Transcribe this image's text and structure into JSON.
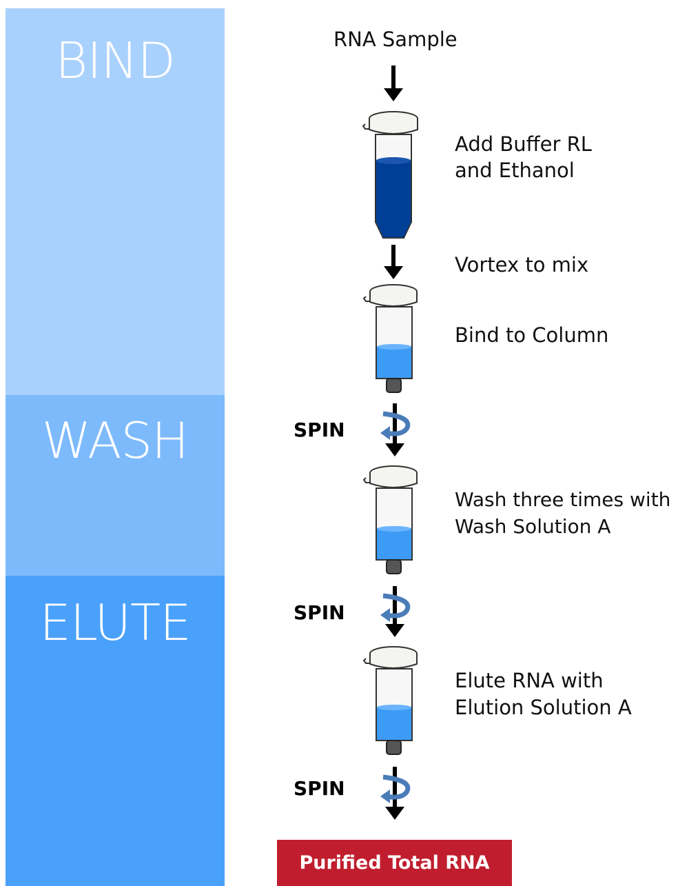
{
  "stages": {
    "bind": "BIND",
    "wash": "WASH",
    "elute": "ELUTE"
  },
  "input": "RNA Sample",
  "steps": {
    "add_buffer_line1": "Add Buffer RL",
    "add_buffer_line2": "and Ethanol",
    "vortex": "Vortex to mix",
    "bind_column": "Bind to Column",
    "wash_line1": "Wash three times with",
    "wash_line2": "Wash Solution A",
    "elute_line1": "Elute RNA with",
    "elute_line2": "Elution Solution A"
  },
  "spin_labels": [
    "SPIN",
    "SPIN",
    "SPIN"
  ],
  "result": "Purified Total RNA",
  "colors": {
    "bind_band": "#a9d1fd",
    "wash_band": "#7cbafc",
    "elute_band": "#4aa1fb",
    "tube_liquid_dark": "#003f96",
    "column_liquid": "#3d9bf5",
    "spin_arrow": "#4a7cb8",
    "result_box": "#c01e2e"
  }
}
